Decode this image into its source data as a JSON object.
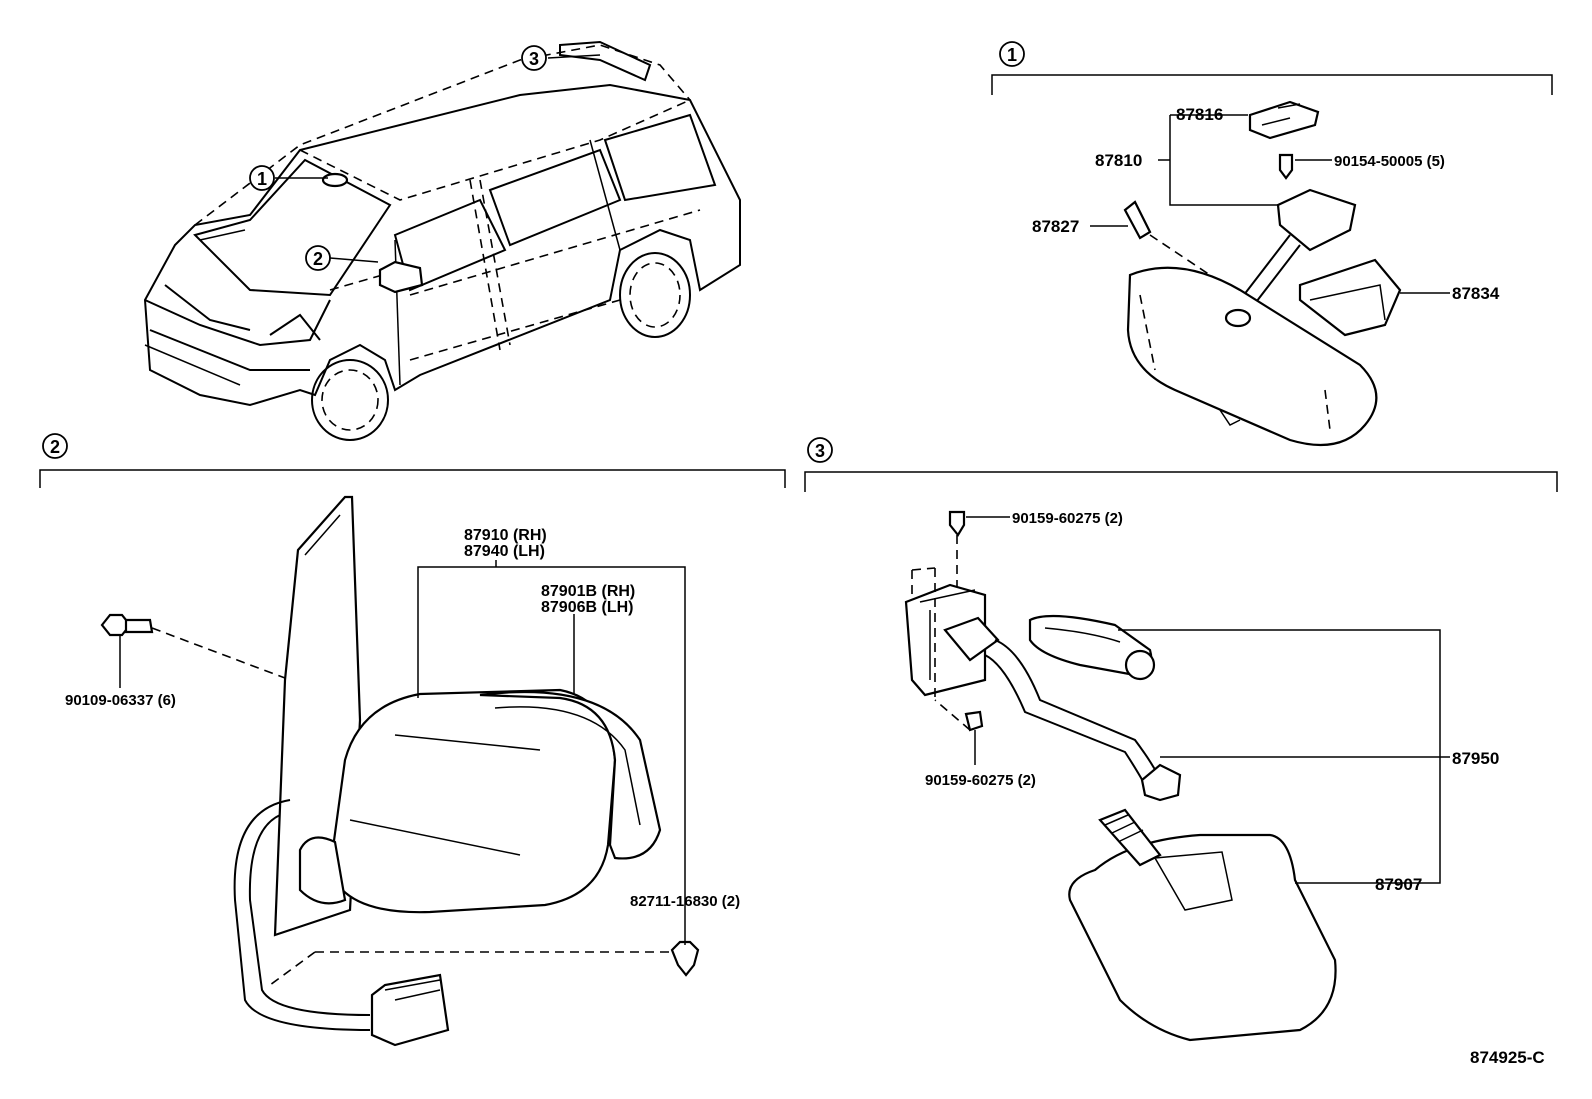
{
  "diagram_id": "874925-C",
  "sections": {
    "s1": {
      "marker": "1"
    },
    "s2": {
      "marker": "2"
    },
    "s3": {
      "marker": "3"
    }
  },
  "vehicle_markers": [
    "1",
    "2",
    "3"
  ],
  "parts": {
    "p87816": "87816",
    "p87810": "87810",
    "p90154": "90154-50005 (5)",
    "p87827": "87827",
    "p87834": "87834",
    "p87910": "87910 (RH)",
    "p87940": "87940 (LH)",
    "p87901b": "87901B (RH)",
    "p87906b": "87906B (LH)",
    "p90109": "90109-06337 (6)",
    "p82711": "82711-16830 (2)",
    "p90159a": "90159-60275 (2)",
    "p90159b": "90159-60275 (2)",
    "p87950": "87950",
    "p87907": "87907"
  }
}
